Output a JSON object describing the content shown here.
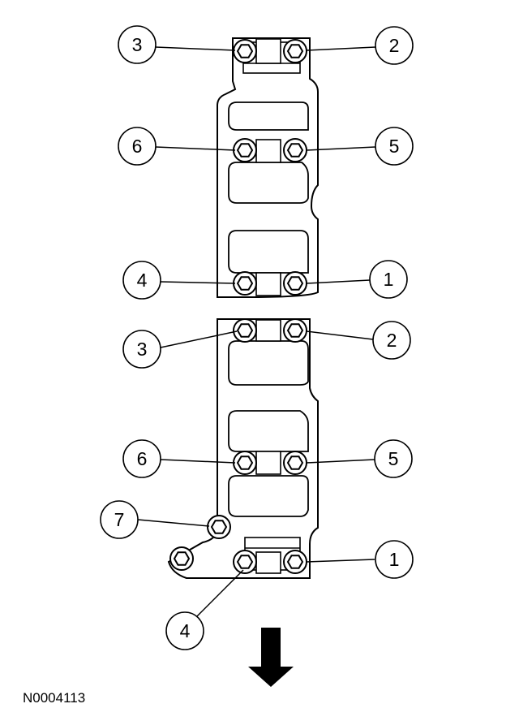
{
  "figure_id": "N0004113",
  "callouts": [
    {
      "id": "top-3",
      "label": "3"
    },
    {
      "id": "top-2",
      "label": "2"
    },
    {
      "id": "top-6",
      "label": "6"
    },
    {
      "id": "top-5",
      "label": "5"
    },
    {
      "id": "top-4",
      "label": "4"
    },
    {
      "id": "top-1",
      "label": "1"
    },
    {
      "id": "bottom-3",
      "label": "3"
    },
    {
      "id": "bottom-2",
      "label": "2"
    },
    {
      "id": "bottom-6",
      "label": "6"
    },
    {
      "id": "bottom-5",
      "label": "5"
    },
    {
      "id": "bottom-7",
      "label": "7"
    },
    {
      "id": "bottom-1",
      "label": "1"
    },
    {
      "id": "bottom-4",
      "label": "4"
    }
  ],
  "icons": {
    "direction_arrow": "down-arrow-icon"
  }
}
